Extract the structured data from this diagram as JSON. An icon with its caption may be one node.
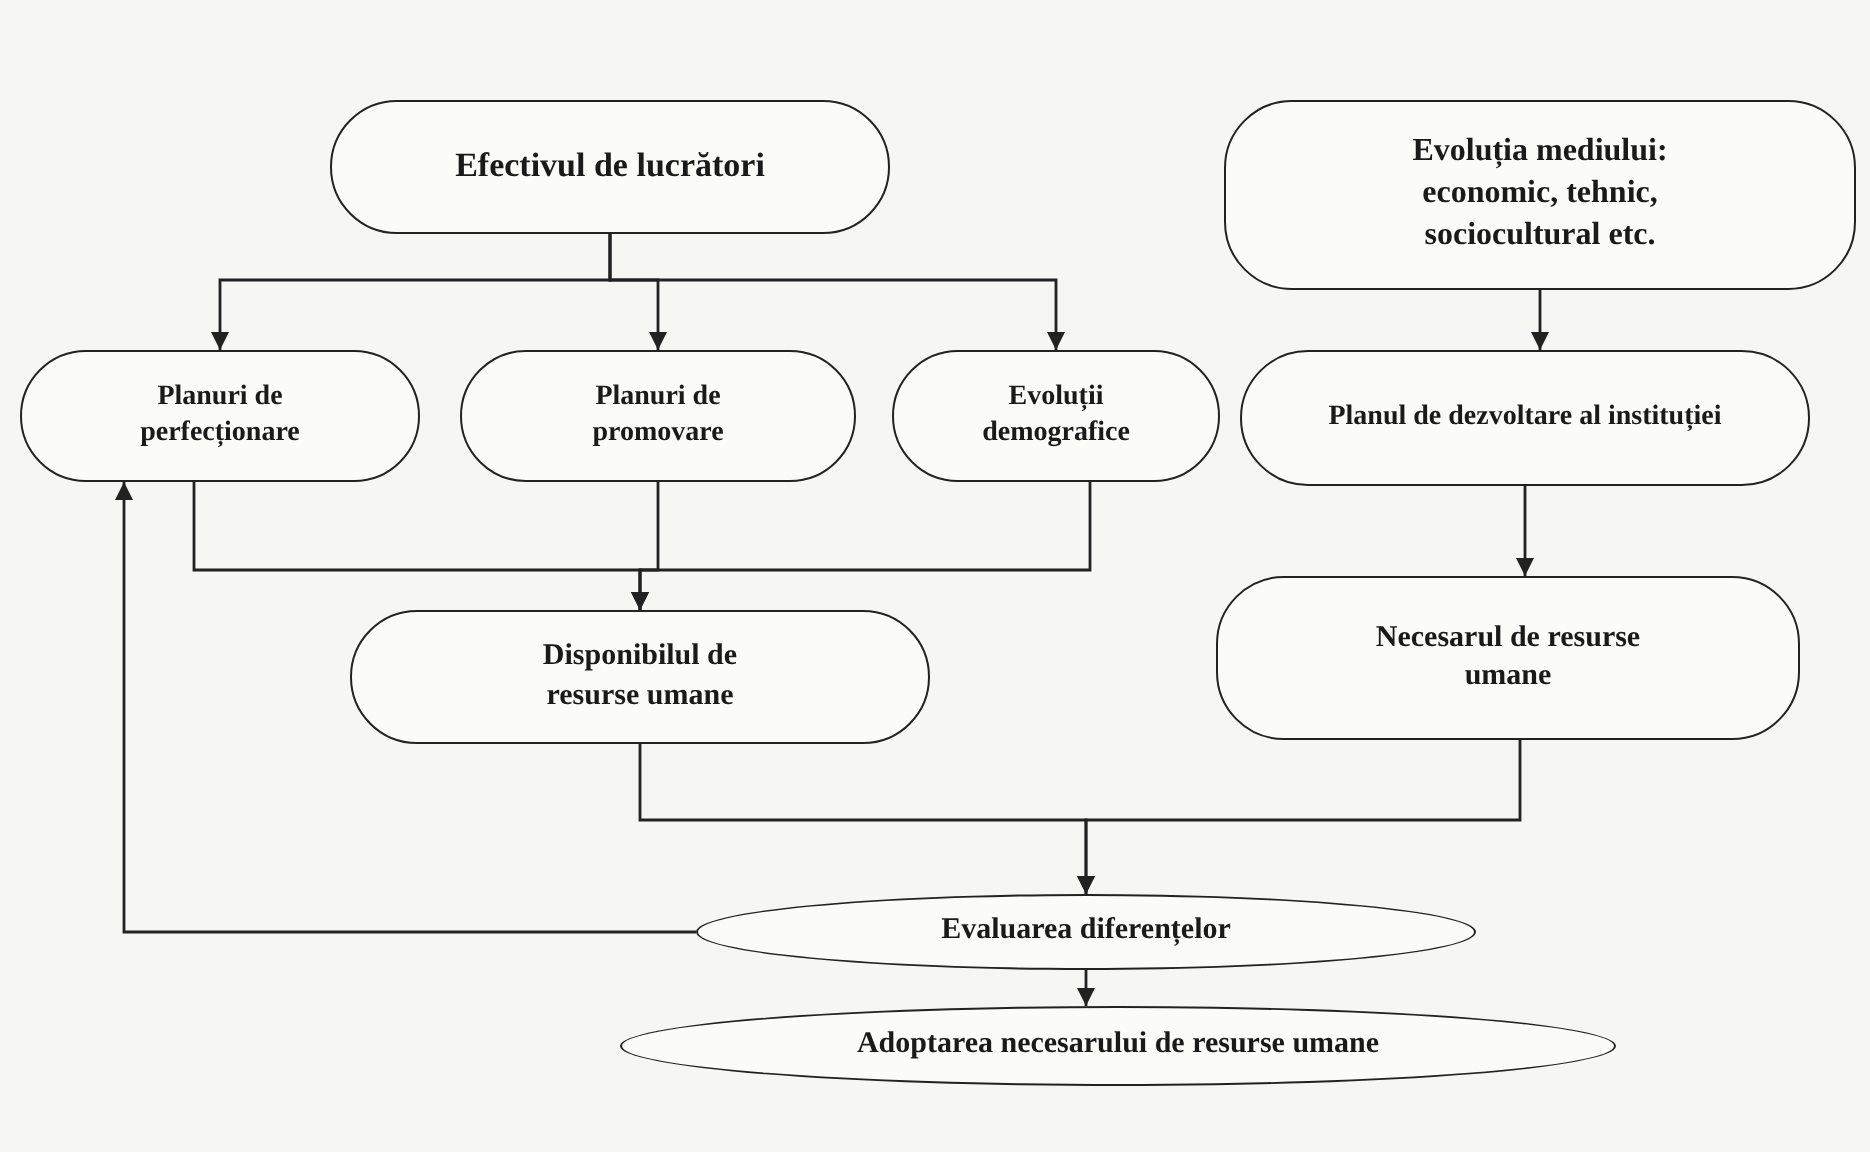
{
  "diagram": {
    "nodes": [
      {
        "text": [
          "Efectivul de lucrători"
        ]
      },
      {
        "text": [
          "Evoluția mediului: economic, tehnic, sociocultural etc."
        ]
      },
      {
        "text": [
          "Planuri de perfecționare"
        ]
      },
      {
        "text": [
          "Planuri de promovare"
        ]
      },
      {
        "text": [
          "Evoluții demografice"
        ]
      },
      {
        "text": [
          "Planul de dezvoltare al instituției"
        ]
      },
      {
        "text": [
          "Disponibilul de resurse umane"
        ]
      },
      {
        "text": [
          "Necesarul de resurse umane"
        ]
      },
      {
        "text": [
          "Evaluarea diferențelor"
        ]
      },
      {
        "text": [
          "Adoptarea necesarului de resurse umane"
        ]
      }
    ],
    "edges": [
      {
        "from": 0,
        "to": 2,
        "arrow": "to"
      },
      {
        "from": 0,
        "to": 3,
        "arrow": "to"
      },
      {
        "from": 0,
        "to": 4,
        "arrow": "to"
      },
      {
        "from": 1,
        "to": 5,
        "arrow": "to"
      },
      {
        "from": 2,
        "to": 6,
        "arrow": "to"
      },
      {
        "from": 3,
        "to": 6,
        "arrow": "to"
      },
      {
        "from": 4,
        "to": 6,
        "arrow": "to"
      },
      {
        "from": 5,
        "to": 7,
        "arrow": "to"
      },
      {
        "from": 6,
        "to": 8,
        "arrow": "to"
      },
      {
        "from": 7,
        "to": 8,
        "arrow": "to"
      },
      {
        "from": 8,
        "to": 2,
        "arrow": "to"
      },
      {
        "from": 8,
        "to": 9,
        "arrow": "to"
      }
    ]
  }
}
